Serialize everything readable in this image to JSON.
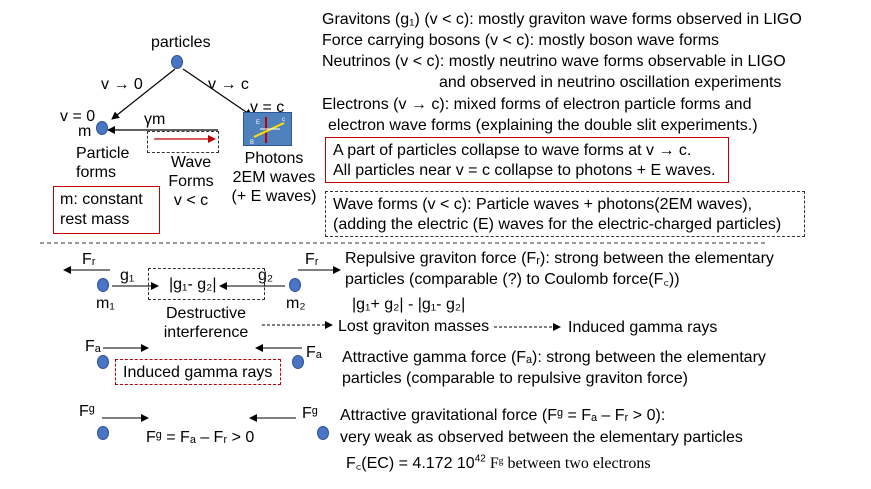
{
  "left": {
    "particles": "particles",
    "v_to_0": "v → 0",
    "v_to_c": "v → c",
    "v_eq_0": "v = 0",
    "m": "m",
    "gamma_m": "γm",
    "v_eq_c": "v = c",
    "particle_forms": "Particle\nforms",
    "wave_forms": "Wave\nForms\nv < c",
    "photons": "Photons\n2EM waves\n(+ E waves)",
    "constant_mass": "m: constant\nrest mass",
    "photon_icon_e": "E",
    "photon_icon_b": "B",
    "photon_icon_c": "c"
  },
  "right": {
    "line1": "Gravitons (g₁) (v < c): mostly graviton wave forms observed in LIGO",
    "line2": "Force carrying bosons (v < c): mostly boson wave forms",
    "line3": "Neutrinos (v < c): mostly neutrino wave forms observable in LIGO",
    "line4": "and observed in neutrino oscillation experiments",
    "line5": "Electrons (v → c): mixed forms of electron particle forms and",
    "line6": "electron wave forms (explaining the double slit experiments.)",
    "collapse_box": "A part of particles collapse to wave forms at v → c.\nAll particles near v = c collapse to photons + E waves.",
    "waveforms_box": "Wave forms (v < c): Particle waves + photons(2EM waves),\n(adding the electric (E) waves for the electric-charged particles)"
  },
  "lower": {
    "fr_left": "Fᵣ",
    "fr_right": "Fᵣ",
    "g1": "g₁",
    "g2": "g₂",
    "m1": "m₁",
    "m2": "m₂",
    "diff": "|g₁- g₂|",
    "destructive": "Destructive\ninterference",
    "repulsive": "Repulsive graviton force (Fᵣ): strong between the elementary\nparticles (comparable (?) to Coulomb force(F꜀))",
    "sum_diff": "|g₁+ g₂| - |g₁- g₂|",
    "lost_mass": "Lost graviton masses",
    "induced_gamma_right": "Induced gamma rays",
    "fa_left": "Fₐ",
    "fa_right": "Fₐ",
    "induced_gamma_box": "Induced gamma rays",
    "attractive_gamma": "Attractive gamma force (Fₐ): strong between the elementary\nparticles (comparable to repulsive graviton force)",
    "fg_left": "Fᵍ",
    "fg_right": "Fᵍ",
    "fg_eq": "Fᵍ = Fₐ – Fᵣ > 0",
    "gravitational": "Attractive gravitational force (Fᵍ = Fₐ – Fᵣ > 0):\nvery weak as observed between the elementary particles",
    "ratio_prefix": "F꜀(EC) = 4.172 10",
    "ratio_exp": "42",
    "ratio_suffix": " Fᵍ   between two electrons"
  },
  "colors": {
    "dot": "#4a74c4",
    "red_box": "#c00000",
    "photon_bg": "#4f81bd"
  }
}
